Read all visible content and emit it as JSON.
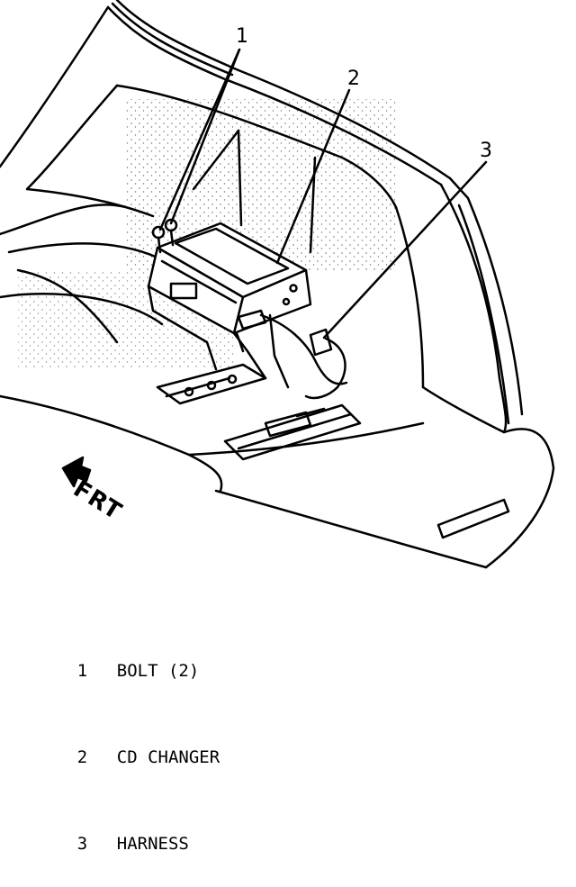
{
  "callouts": {
    "c1": "1",
    "c2": "2",
    "c3": "3"
  },
  "arrow_label": "FRT",
  "legend": [
    {
      "num": "1",
      "text": "BOLT (2)"
    },
    {
      "num": "2",
      "text": "CD CHANGER"
    },
    {
      "num": "3",
      "text": "HARNESS"
    }
  ]
}
